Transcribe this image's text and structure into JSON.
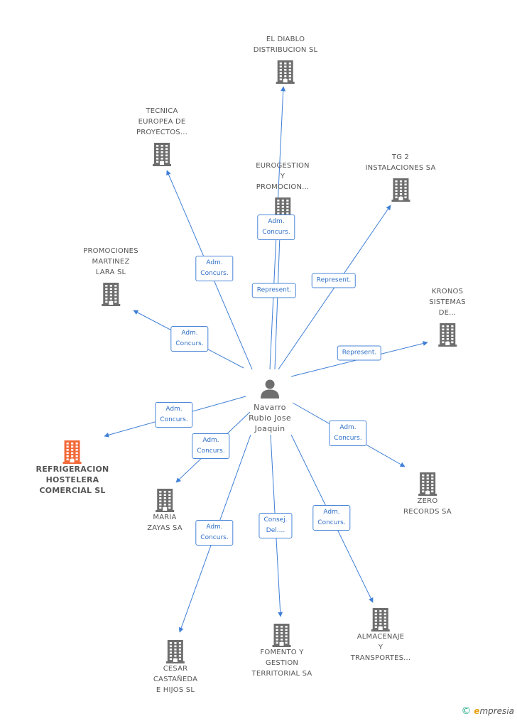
{
  "center": {
    "name": "Navarro\nRubio Jose\nJoaquin"
  },
  "nodes": [
    {
      "id": "diablo",
      "label": "EL DIABLO\nDISTRIBUCION SL",
      "highlight": false
    },
    {
      "id": "tecnica",
      "label": "TECNICA\nEUROPEA DE\nPROYECTOS...",
      "highlight": false
    },
    {
      "id": "eurogestion",
      "label": "EUROGESTION\nY\nPROMOCION...",
      "highlight": false
    },
    {
      "id": "tg2",
      "label": "TG 2\nINSTALACIONES SA",
      "highlight": false
    },
    {
      "id": "promociones",
      "label": "PROMOCIONES\nMARTINEZ\nLARA SL",
      "highlight": false
    },
    {
      "id": "kronos",
      "label": "KRONOS\nSISTEMAS\nDE...",
      "highlight": false
    },
    {
      "id": "refrigeracion",
      "label": "REFRIGERACION\nHOSTELERA\nCOMERCIAL SL",
      "highlight": true
    },
    {
      "id": "maria",
      "label": "MARIA\nZAYAS SA",
      "highlight": false
    },
    {
      "id": "zero",
      "label": "ZERO\nRECORDS SA",
      "highlight": false
    },
    {
      "id": "cesar",
      "label": "CESAR\nCASTAÑEDA\nE HIJOS SL",
      "highlight": false
    },
    {
      "id": "fomento",
      "label": "FOMENTO Y\nGESTION\nTERRITORIAL SA",
      "highlight": false
    },
    {
      "id": "almacenaje",
      "label": "ALMACENAJE\nY\nTRANSPORTES...",
      "highlight": false
    }
  ],
  "edges": [
    {
      "to": "diablo",
      "label": "Adm.\nConcurs."
    },
    {
      "to": "tecnica",
      "label": "Adm.\nConcurs."
    },
    {
      "to": "eurogestion",
      "label": "Represent."
    },
    {
      "to": "tg2",
      "label": "Represent."
    },
    {
      "to": "promociones",
      "label": "Adm.\nConcurs."
    },
    {
      "to": "kronos",
      "label": "Represent."
    },
    {
      "to": "refrigeracion",
      "label": "Adm.\nConcurs."
    },
    {
      "to": "maria",
      "label": "Adm.\nConcurs."
    },
    {
      "to": "zero",
      "label": "Adm.\nConcurs."
    },
    {
      "to": "cesar",
      "label": "Adm.\nConcurs."
    },
    {
      "to": "fomento",
      "label": "Consej.\nDel...."
    },
    {
      "to": "almacenaje",
      "label": "Adm.\nConcurs."
    }
  ],
  "footer": {
    "copyright": "©",
    "brand_first": "e",
    "brand_rest": "mpresia"
  },
  "colors": {
    "edge": "#3f7fd6",
    "building": "#6e6e6e",
    "highlight": "#f26a3a"
  }
}
